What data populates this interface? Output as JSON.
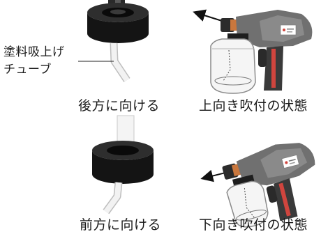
{
  "label_lines": [
    "塗料吸上げ",
    "チューブ"
  ],
  "captions": {
    "top_left": "後方に向ける",
    "top_right": "上向き吹付の状態",
    "bottom_left": "前方に向ける",
    "bottom_right": "下向き吹付の状態"
  },
  "colors": {
    "base": "#1b1b1b",
    "gun_body": "#6f6f6f",
    "accent": "#d0453e",
    "tube": "#e4e4e4"
  }
}
